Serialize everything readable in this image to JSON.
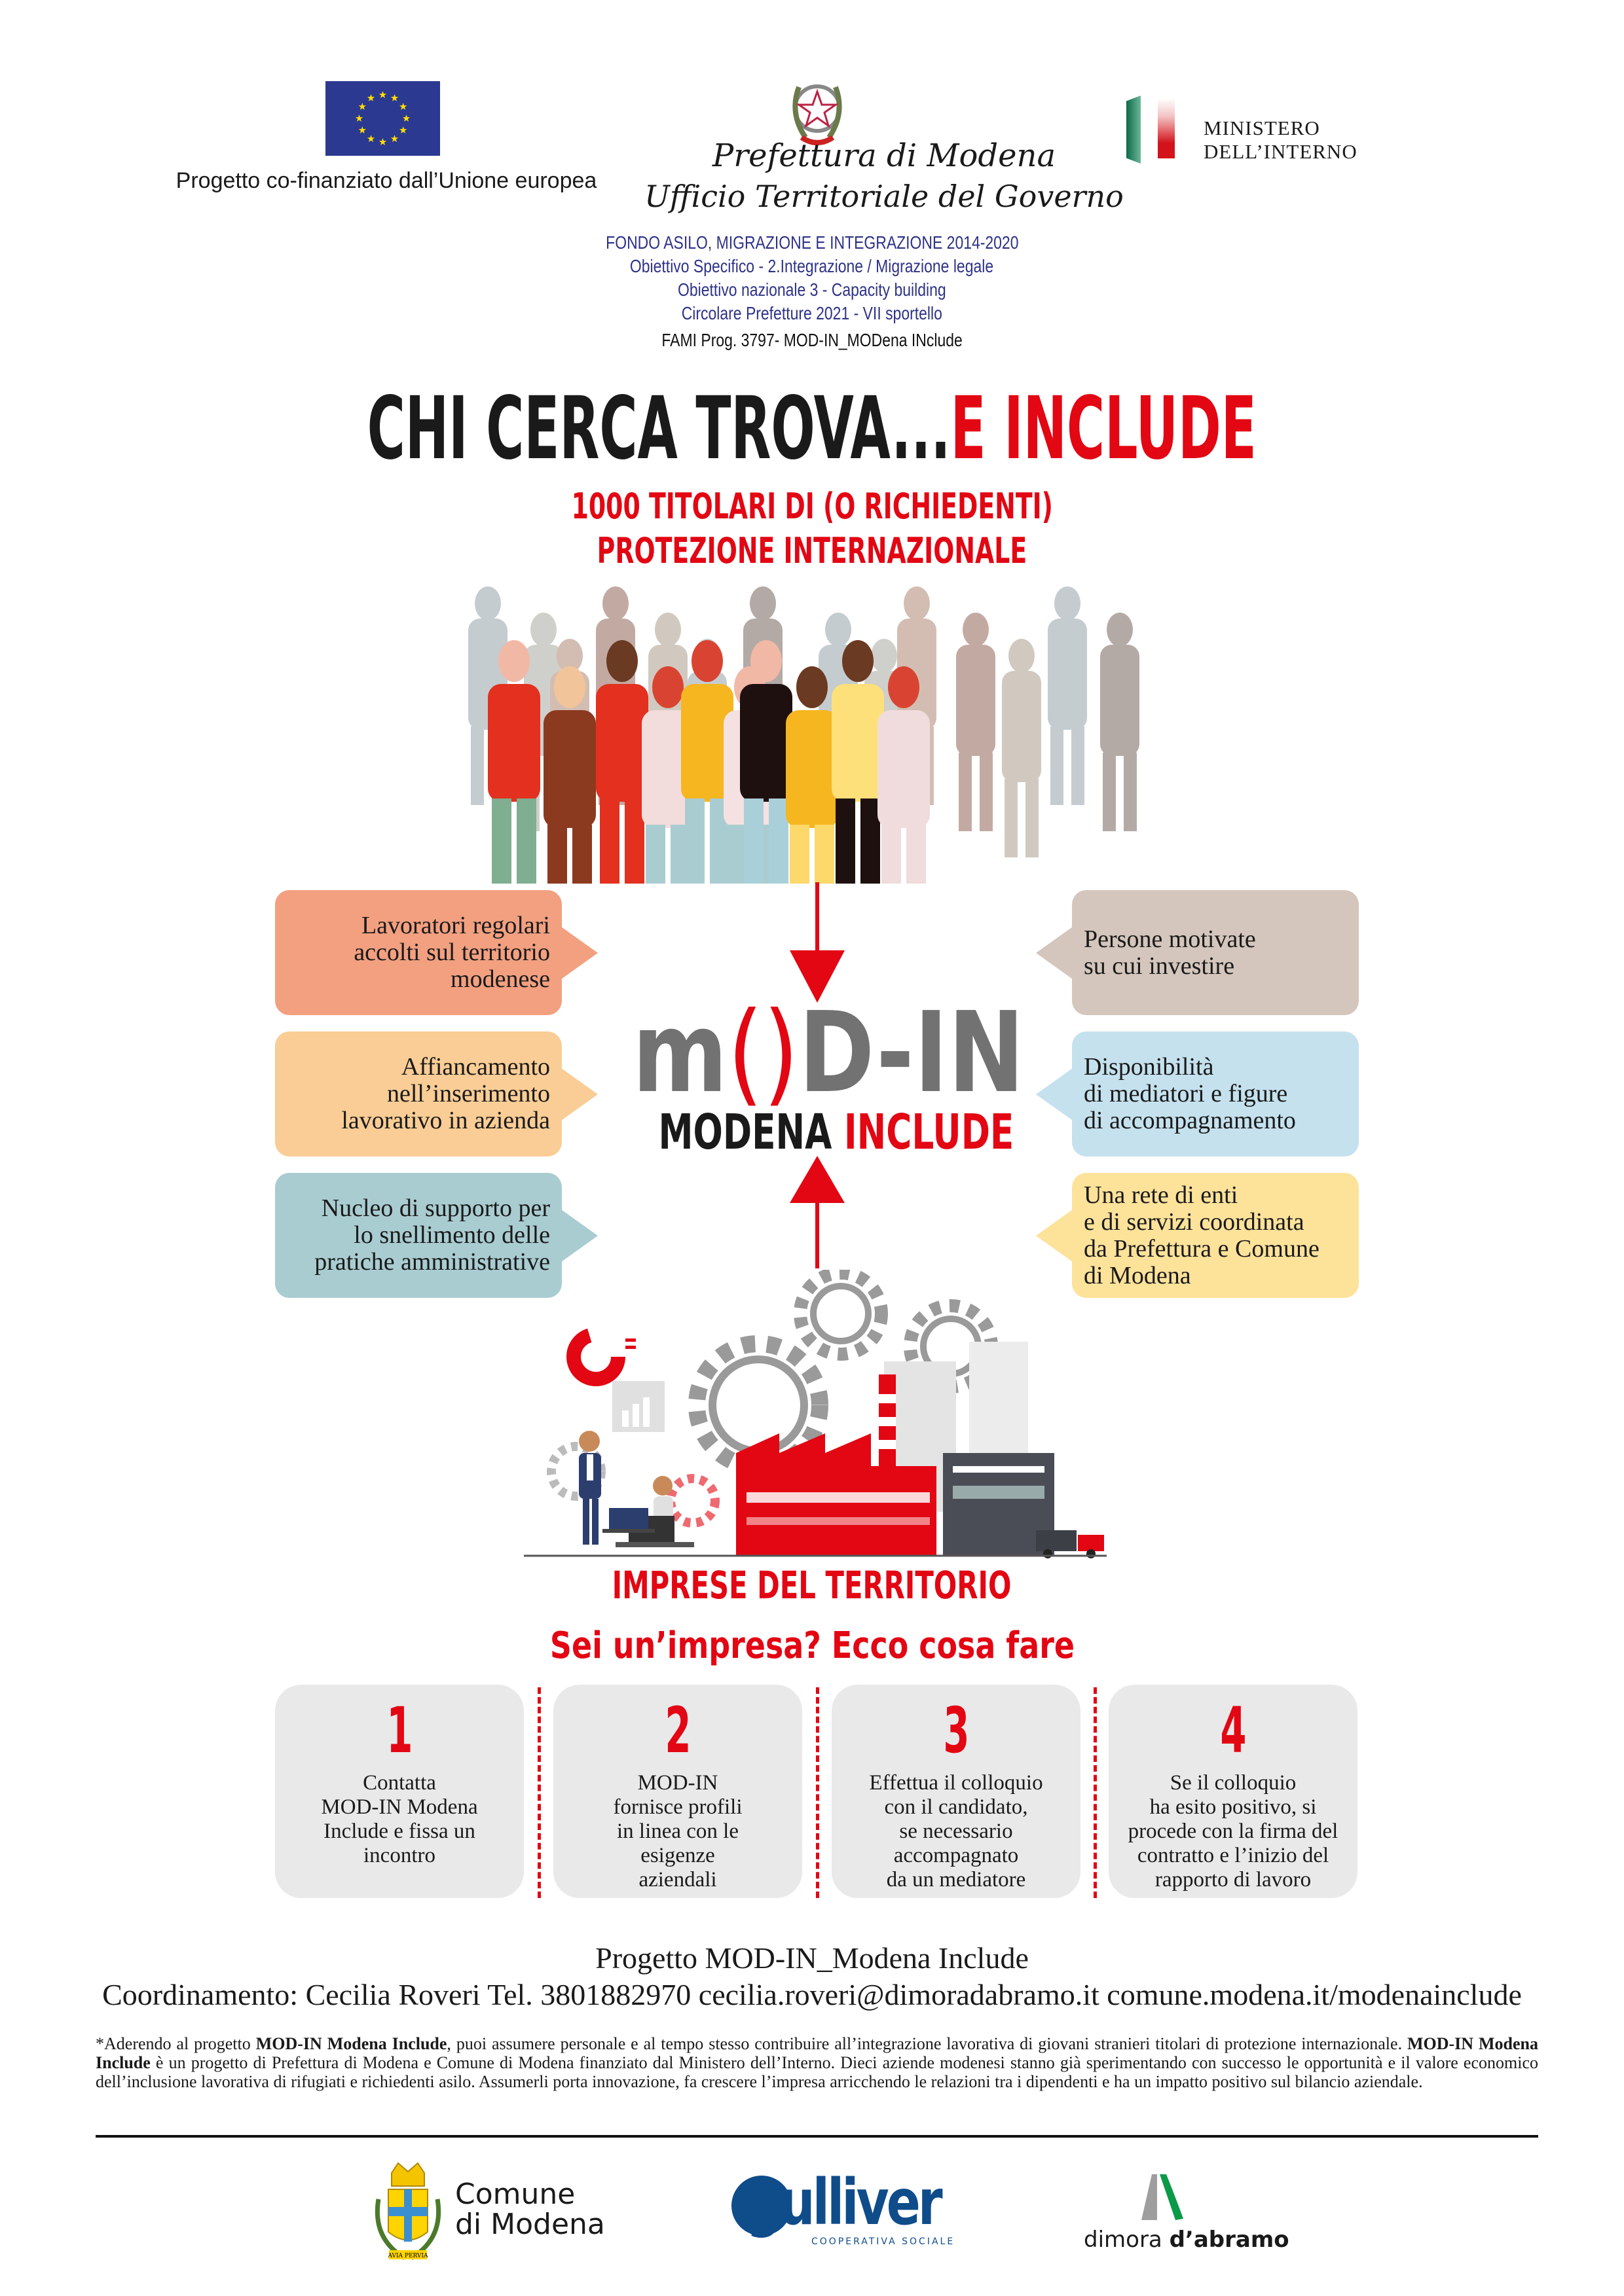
{
  "header": {
    "eu_caption": "Progetto co-finanziato dall’Unione europea",
    "prefettura_line1": "Prefettura di Modena",
    "prefettura_line2": "Ufficio Territoriale del Governo",
    "ministero": "MINISTERO\nDELL’INTERNO",
    "fami_lines": [
      "FONDO ASILO, MIGRAZIONE E INTEGRAZIONE 2014-2020",
      "Obiettivo Specifico - 2.Integrazione / Migrazione legale",
      "Obiettivo nazionale 3 - Capacity building",
      "Circolare Prefetture 2021 - VII sportello"
    ],
    "fami_prog": "FAMI Prog. 3797- MOD-IN_MODena INclude"
  },
  "title": {
    "black": "CHI CERCA TROVA...",
    "red": "E INCLUDE"
  },
  "subtitle": [
    "1000 TITOLARI DI (O RICHIEDENTI)",
    "PROTEZIONE INTERNAZIONALE"
  ],
  "left_boxes": [
    {
      "text": "Lavoratori regolari\naccolti sul territorio\nmodenese",
      "color": "#f2a080"
    },
    {
      "text": "Affiancamento\nnell’inserimento\nlavorativo in azienda",
      "color": "#f9cd95"
    },
    {
      "text": "Nucleo di supporto per\nlo snellimento delle\npratiche amministrative",
      "color": "#a9ccd1"
    }
  ],
  "right_boxes": [
    {
      "text": "Persone motivate\nsu cui investire",
      "color": "#d4c6bc"
    },
    {
      "text": "Disponibilità\ndi mediatori e figure\ndi accompagnamento",
      "color": "#c5e1ee"
    },
    {
      "text": "Una rete di enti\ne di servizi coordinata\nda Prefettura e Comune\ndi Modena",
      "color": "#fde29a"
    }
  ],
  "mod_in_logo": {
    "m": "m",
    "paren": "()",
    "rest": "D-IN",
    "word1": "MODENA",
    "word2": "INCLUDE"
  },
  "imprese_label": "IMPRESE DEL TERRITORIO",
  "cta": "Sei un’impresa? Ecco cosa fare",
  "steps": [
    {
      "number": "1",
      "text": "Contatta\nMOD-IN Modena\nInclude e fissa un\nincontro"
    },
    {
      "number": "2",
      "text": "MOD-IN\nfornisce profili\nin linea con le\nesigenze\naziendali"
    },
    {
      "number": "3",
      "text": "Effettua il colloquio\ncon il candidato,\nse necessario\naccompagnato\nda un mediatore"
    },
    {
      "number": "4",
      "text": "Se il colloquio\nha esito positivo, si\nprocede con la firma del\ncontratto e l’inizio del\nrapporto di lavoro"
    }
  ],
  "footer": {
    "project": "Progetto MOD-IN_Modena Include",
    "coordination": "Coordinamento: Cecilia Roveri Tel. 3801882970 cecilia.roveri@dimoradabramo.it comune.modena.it/modenainclude",
    "note_segments": [
      {
        "text": "*Aderendo al progetto ",
        "bold": false
      },
      {
        "text": "MOD-IN Modena Include",
        "bold": true
      },
      {
        "text": ", puoi assumere personale e al tempo stesso contribuire all’integrazione lavorativa di giovani stranieri titolari di protezione internazionale. ",
        "bold": false
      },
      {
        "text": "MOD-IN Modena Include",
        "bold": true
      },
      {
        "text": " è un progetto di Prefettura di Modena e Comune di Modena finanziato dal Ministero dell’Interno. Dieci aziende modenesi stanno già sperimentando con successo le opportunità e il valore economico dell’inclusione lavorativa di rifugiati e richiedenti asilo. Assumerli porta innovazione, fa crescere l’impresa arricchendo le relazioni tra i dipendenti e ha un impatto positivo sul bilancio aziendale.",
        "bold": false
      }
    ]
  },
  "partner_logos": {
    "comune": "Comune\ndi Modena",
    "comune_motto": "AVIA PERVIA",
    "gulliver": "gulliver",
    "gulliver_sub": "COOPERATIVA SOCIALE",
    "dimora_light": "dimora",
    "dimora_bold": "d’abramo"
  },
  "colors": {
    "red": "#e30613",
    "navy": "#2e3287",
    "gray": "#707070",
    "eu_blue": "#2b3990",
    "gulliver_blue": "#0f4c8a",
    "dimora_green": "#0a9a48"
  }
}
